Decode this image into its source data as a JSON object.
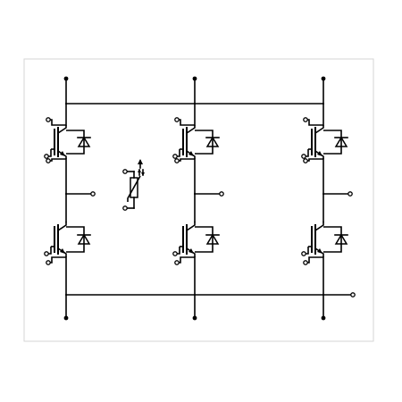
{
  "diagram": {
    "type": "circuit-schematic",
    "description_free": true,
    "colors": {
      "background": "#ffffff",
      "frame": "#d6d6d6",
      "wire": "#000000",
      "terminal_fill": "#000000",
      "open_terminal_fill": "#ffffff"
    },
    "legs": [
      {
        "id": "leg-1",
        "switches": [
          "high-side",
          "low-side"
        ]
      },
      {
        "id": "leg-2",
        "switches": [
          "high-side",
          "low-side"
        ]
      },
      {
        "id": "leg-3",
        "switches": [
          "high-side",
          "low-side"
        ]
      }
    ],
    "components": {
      "igbt_count": 6,
      "freewheel_diode_count": 6,
      "thermistor_count": 1,
      "dc_bus_rails": 2
    },
    "icons": {
      "igbt": "igbt-icon",
      "diode": "diode-icon",
      "thermistor": "ntc-thermistor-icon",
      "terminal": "terminal-icon"
    }
  }
}
